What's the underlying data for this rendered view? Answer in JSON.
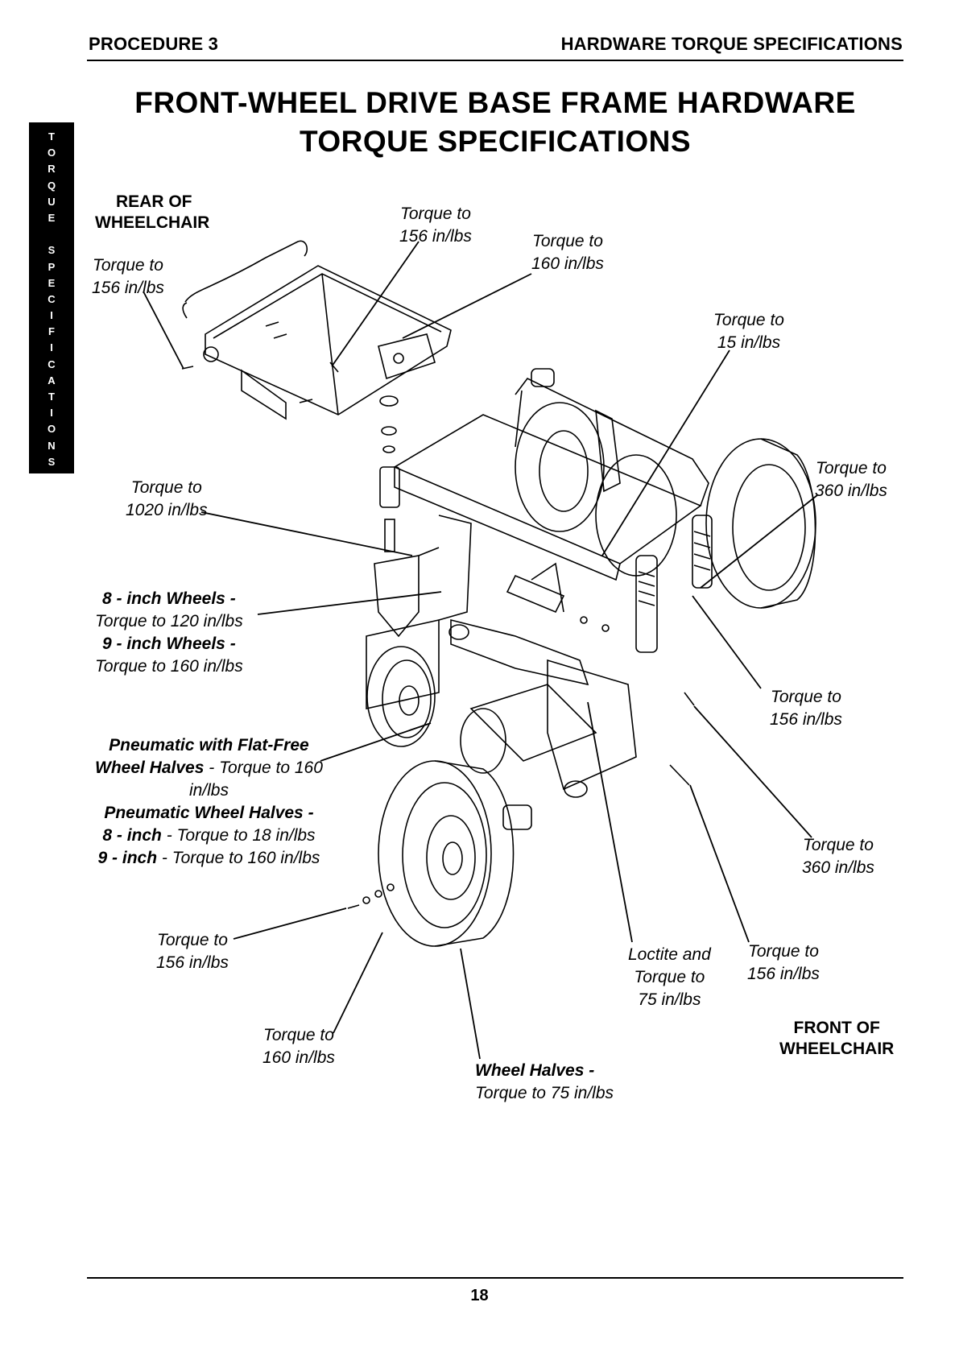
{
  "header": {
    "left": "PROCEDURE 3",
    "right": "HARDWARE TORQUE SPECIFICATIONS"
  },
  "title": {
    "line1": "FRONT-WHEEL DRIVE BASE FRAME HARDWARE",
    "line2": "TORQUE SPECIFICATIONS"
  },
  "side_tab": [
    "T",
    "O",
    "R",
    "Q",
    "U",
    "E",
    " ",
    "S",
    "P",
    "E",
    "C",
    "I",
    "F",
    "I",
    "C",
    "A",
    "T",
    "I",
    "O",
    "N",
    "S"
  ],
  "orientation": {
    "rear_line1": "REAR OF",
    "rear_line2": "WHEELCHAIR",
    "front_line1": "FRONT OF",
    "front_line2": "WHEELCHAIR"
  },
  "callouts": {
    "a": {
      "l1": "Torque to",
      "l2": "156 in/lbs"
    },
    "b": {
      "l1": "Torque to",
      "l2": "156 in/lbs"
    },
    "c": {
      "l1": "Torque to",
      "l2": "160 in/lbs"
    },
    "d": {
      "l1": "Torque to",
      "l2": "15 in/lbs"
    },
    "e": {
      "l1": "Torque to",
      "l2": "360 in/lbs"
    },
    "f": {
      "l1": "Torque to",
      "l2": "1020 in/lbs"
    },
    "g": {
      "l1": "8 - inch Wheels -",
      "l2": "Torque to 120 in/lbs",
      "l3": "9 - inch Wheels -",
      "l4": "Torque to 160 in/lbs"
    },
    "h": {
      "l1": "Torque to",
      "l2": "156 in/lbs"
    },
    "i": {
      "l1_bold": "Pneumatic with Flat-Free",
      "l2_bold": "Wheel Halves",
      "l2_rest": " - Torque to  160",
      "l3": "in/lbs",
      "l4_bold": "Pneumatic Wheel Halves -",
      "l5_bold": "8 - inch",
      "l5_rest": " - Torque to 18 in/lbs",
      "l6_bold": "9 - inch",
      "l6_rest": " - Torque to 160 in/lbs"
    },
    "j": {
      "l1": "Torque to",
      "l2": "360 in/lbs"
    },
    "k": {
      "l1": "Torque to",
      "l2": "156 in/lbs"
    },
    "l": {
      "l1": "Loctite and",
      "l2": "Torque to",
      "l3": "75 in/lbs"
    },
    "m": {
      "l1": "Torque to",
      "l2": "156 in/lbs"
    },
    "n": {
      "l1": "Torque to",
      "l2": "160 in/lbs"
    },
    "o": {
      "l1": "Wheel Halves -",
      "l2": "Torque to 75 in/lbs"
    }
  },
  "page_number": "18"
}
